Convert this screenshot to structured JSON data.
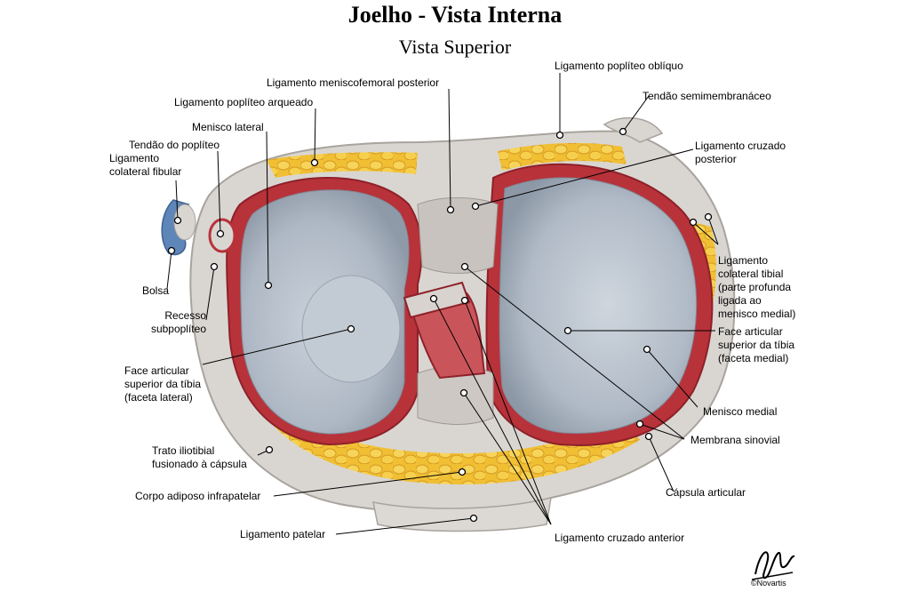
{
  "title": "Joelho - Vista Interna",
  "subtitle": "Vista Superior",
  "labels": {
    "lig_popliteo_obliquo": "Ligamento poplíteo oblíquo",
    "lig_meniscofemoral": "Ligamento meniscofemoral posterior",
    "tendao_semimembranaceo": "Tendão semimembranáceo",
    "lig_popliteo_arqueado": "Ligamento poplíteo arqueado",
    "menisco_lateral": "Menisco lateral",
    "lig_cruzado_posterior": [
      "Ligamento cruzado",
      "posterior"
    ],
    "tendao_popliteo": "Tendão do poplíteo",
    "lig_colateral_fibular": [
      "Ligamento",
      "colateral fibular"
    ],
    "lig_colateral_tibial": [
      "Ligamento",
      "colateral tibial",
      "(parte profunda",
      "ligada ao",
      "menisco medial)"
    ],
    "bolsa": "Bolsa",
    "recesso_subpopliteo": [
      "Recesso",
      "subpoplíteo"
    ],
    "face_medial": [
      "Face articular",
      "superior da tíbia",
      "(faceta medial)"
    ],
    "face_lateral": [
      "Face articular",
      "superior da tíbia",
      "(faceta lateral)"
    ],
    "menisco_medial": "Menisco medial",
    "membrana_sinovial": "Membrana sinovial",
    "trato_iliotibial": [
      "Trato iliotibial",
      "fusionado à cápsula"
    ],
    "capsula_articular": "Cápsula articular",
    "corpo_adiposo": "Corpo adiposo infrapatelar",
    "lig_patelar": "Ligamento patelar",
    "lig_cruzado_anterior": "Ligamento cruzado anterior"
  },
  "copyright": "©Novartis",
  "colors": {
    "capsule": "#d9d6d2",
    "fat": "#f2c43a",
    "synovial_red": "#b8323a",
    "cartilage": "#b9c2cc",
    "bursa_blue": "#5f86b8"
  }
}
